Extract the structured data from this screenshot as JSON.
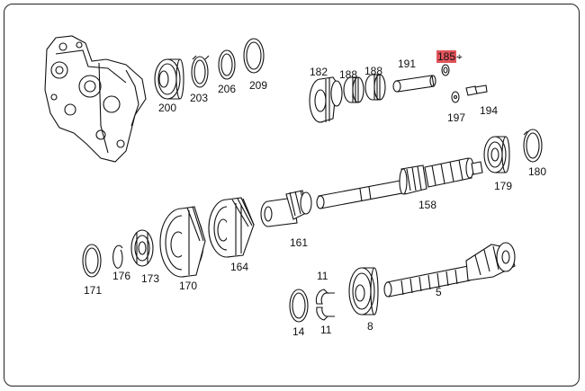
{
  "labels": {
    "p200": "200",
    "p203": "203",
    "p206": "206",
    "p209": "209",
    "p182": "182",
    "p188a": "188",
    "p188b": "188",
    "p191": "191",
    "p185": "185",
    "p197": "197",
    "p194": "194",
    "p179": "179",
    "p180": "180",
    "p158": "158",
    "p161": "161",
    "p164": "164",
    "p170": "170",
    "p173": "173",
    "p176": "176",
    "p171": "171",
    "p11a": "11",
    "p11b": "11",
    "p14": "14",
    "p8": "8",
    "p5": "5"
  },
  "colors": {
    "highlight": "#e2545c",
    "line": "#111111",
    "frame": "#222222"
  },
  "icons": {
    "part_185_marker": "quartered-circle-icon"
  }
}
